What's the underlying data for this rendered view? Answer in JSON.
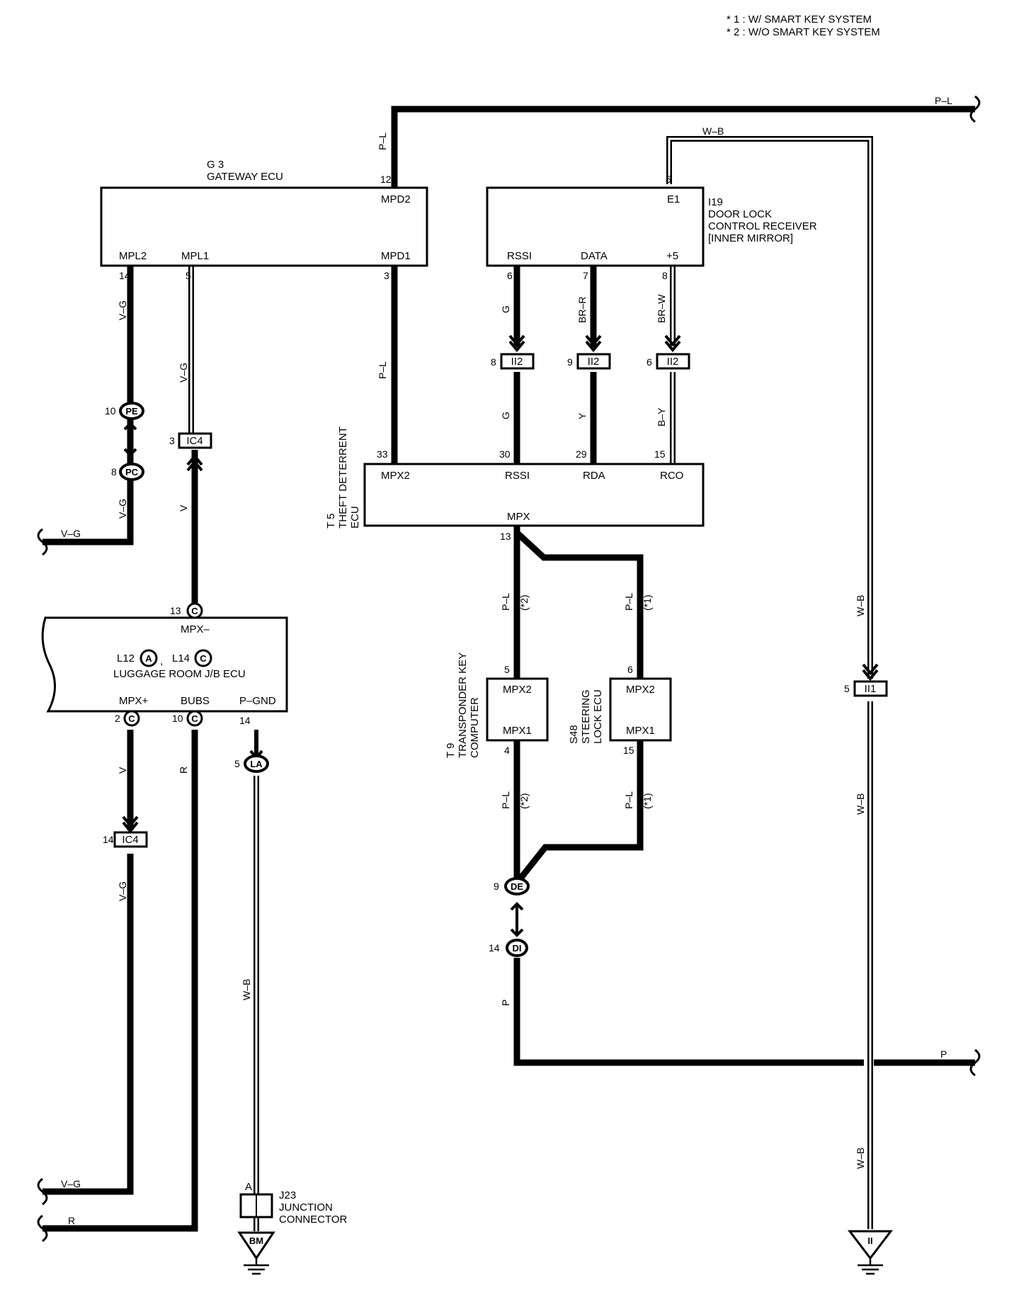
{
  "legend": {
    "line1": "* 1 : W/ SMART KEY SYSTEM",
    "line2": "* 2 : W/O SMART KEY SYSTEM"
  },
  "components": {
    "gateway": {
      "id": "G 3",
      "name": "GATEWAY ECU",
      "pins": {
        "mpd2": "MPD2",
        "mpl2": "MPL2",
        "mpl1": "MPL1",
        "mpd1": "MPD1"
      }
    },
    "door_lock": {
      "id": "I19",
      "name_l1": "DOOR LOCK",
      "name_l2": "CONTROL RECEIVER",
      "name_l3": "[INNER MIRROR]",
      "pins": {
        "e1": "E1",
        "rssi": "RSSI",
        "data": "DATA",
        "p5": "+5"
      }
    },
    "theft": {
      "id": "T 5",
      "name_l1": "THEFT DETERRENT",
      "name_l2": "ECU",
      "pins": {
        "mpx2": "MPX2",
        "rssi": "RSSI",
        "rda": "RDA",
        "rco": "RCO",
        "mpx": "MPX"
      }
    },
    "luggage": {
      "l12": "L12",
      "l12_conn": "A",
      "l14": "L14",
      "l14_conn": "C",
      "comma": ",",
      "name": "LUGGAGE ROOM J/B ECU",
      "pins": {
        "mpxm": "MPX–",
        "mpxp": "MPX+",
        "bubs": "BUBS",
        "pgnd": "P–GND"
      }
    },
    "transponder": {
      "id": "T 9",
      "name_l1": "TRANSPONDER KEY",
      "name_l2": "COMPUTER",
      "pins": {
        "mpx2": "MPX2",
        "mpx1": "MPX1"
      }
    },
    "steering": {
      "id": "S48",
      "name_l1": "STEERING",
      "name_l2": "LOCK ECU",
      "pins": {
        "mpx2": "MPX2",
        "mpx1": "MPX1"
      }
    },
    "junction": {
      "id": "J23",
      "name_l1": "JUNCTION",
      "name_l2": "CONNECTOR",
      "pin": "A"
    }
  },
  "connectors": {
    "ii2": "II2",
    "ic4": "IC4",
    "ii1": "II1",
    "pe": "PE",
    "pc": "PC",
    "la": "LA",
    "de": "DE",
    "di": "DI",
    "c": "C",
    "bm": "BM",
    "ii": "II"
  },
  "wire_colors": {
    "pl": "P–L",
    "vg": "V–G",
    "v": "V",
    "g": "G",
    "brr": "BR–R",
    "brw": "BR–W",
    "y": "Y",
    "by": "B–Y",
    "wb": "W–B",
    "r": "R",
    "p": "P"
  },
  "notes": {
    "n1": "(*1)",
    "n2": "(*2)"
  },
  "pin_numbers": {
    "n2": "2",
    "n3": "3",
    "n4": "4",
    "n5": "5",
    "n6": "6",
    "n7": "7",
    "n8": "8",
    "n9": "9",
    "n10": "10",
    "n12": "12",
    "n13": "13",
    "n14": "14",
    "n15": "15",
    "n29": "29",
    "n30": "30",
    "n33": "33"
  }
}
